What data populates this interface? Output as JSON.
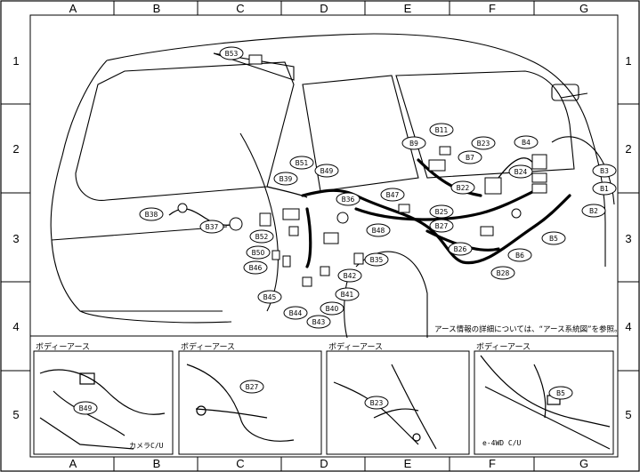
{
  "grid": {
    "columns": [
      "A",
      "B",
      "C",
      "D",
      "E",
      "F",
      "G"
    ],
    "rows": [
      "1",
      "2",
      "3",
      "4",
      "5"
    ]
  },
  "connectors": [
    "B53",
    "B11",
    "B9",
    "B23",
    "B4",
    "B7",
    "B51",
    "B49",
    "B39",
    "B24",
    "B3",
    "B22",
    "B1",
    "B36",
    "B47",
    "B38",
    "B37",
    "B52",
    "B25",
    "B2",
    "B27",
    "B48",
    "B5",
    "B50",
    "B26",
    "B6",
    "B35",
    "B46",
    "B28",
    "B42",
    "B41",
    "B45",
    "B40",
    "B44",
    "B43"
  ],
  "note": "アース情報の詳細については、“アース系統図”を参照。",
  "insets": [
    {
      "title": "ボディーアース",
      "labels": [
        "B49"
      ],
      "caption": "カメラC/U"
    },
    {
      "title": "ボディーアース",
      "labels": [
        "B27"
      ],
      "caption": ""
    },
    {
      "title": "ボディーアース",
      "labels": [
        "B23"
      ],
      "caption": ""
    },
    {
      "title": "ボディーアース",
      "labels": [
        "B5"
      ],
      "caption": "e-4WD C/U"
    }
  ]
}
